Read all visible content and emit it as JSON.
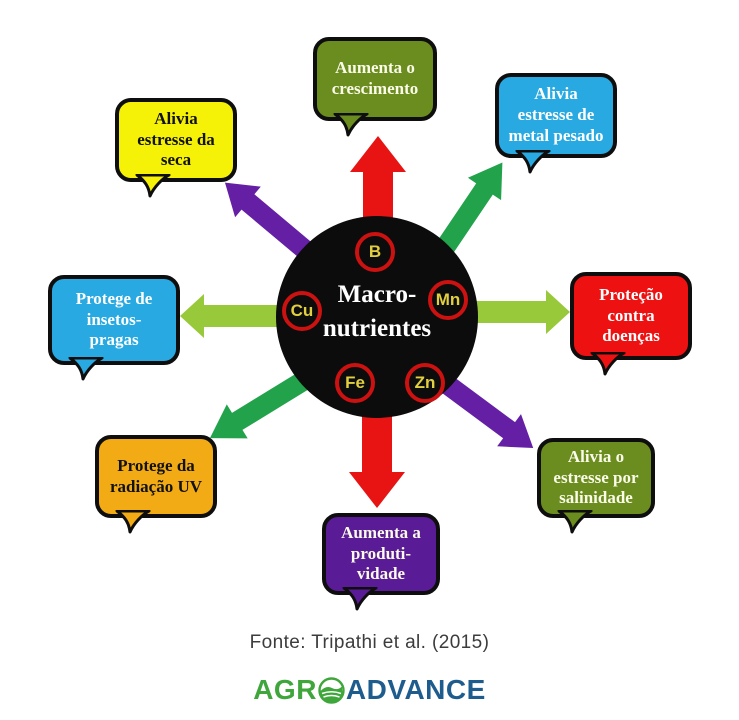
{
  "center": {
    "label": "Macro-\nnutrientes",
    "elements": [
      {
        "symbol": "B"
      },
      {
        "symbol": "Mn"
      },
      {
        "symbol": "Cu"
      },
      {
        "symbol": "Fe"
      },
      {
        "symbol": "Zn"
      }
    ]
  },
  "bubbles": [
    {
      "text": "Aumenta o\ncrescimento",
      "bg": "#6b8c1f",
      "fg": "#fbfbе9",
      "fg_fix": "#fbfbe9"
    },
    {
      "text": "Alivia\nestresse de\nmetal pesado",
      "bg": "#29a9e1",
      "fg": "#ffffff"
    },
    {
      "text": "Proteção\ncontra\ndoenças",
      "bg": "#ee1111",
      "fg": "#ffffff"
    },
    {
      "text": "Alivia o\nestresse por\nsalinidade",
      "bg": "#6b8c1f",
      "fg": "#fbfbe9"
    },
    {
      "text": "Aumenta a\nproduti-\nvidade",
      "bg": "#5a1b96",
      "fg": "#fbfbe9"
    },
    {
      "text": "Protege da\nradiação UV",
      "bg": "#f2ab14",
      "fg": "#111111"
    },
    {
      "text": "Protege de\ninsetos-\npragas",
      "bg": "#29a9e1",
      "fg": "#ffffff"
    },
    {
      "text": "Alivia\nestresse da\nseca",
      "bg": "#f6f207",
      "fg": "#111111"
    }
  ],
  "colors": {
    "arrow_red": "#e81313",
    "arrow_green": "#21a24b",
    "arrow_lightgreen": "#97c93a",
    "arrow_purple": "#641fa5",
    "badge_ring": "#cc1111",
    "badge_text": "#e2cf3f",
    "circle_bg": "#0c0c0c",
    "center_text": "#ffffff"
  },
  "footer": {
    "source": "Fonte: Tripathi et al. (2015)"
  },
  "logo": {
    "part1": "AGR",
    "part2": "ADVANCE",
    "green": "#3fa63c",
    "blue": "#1e5c8d"
  }
}
